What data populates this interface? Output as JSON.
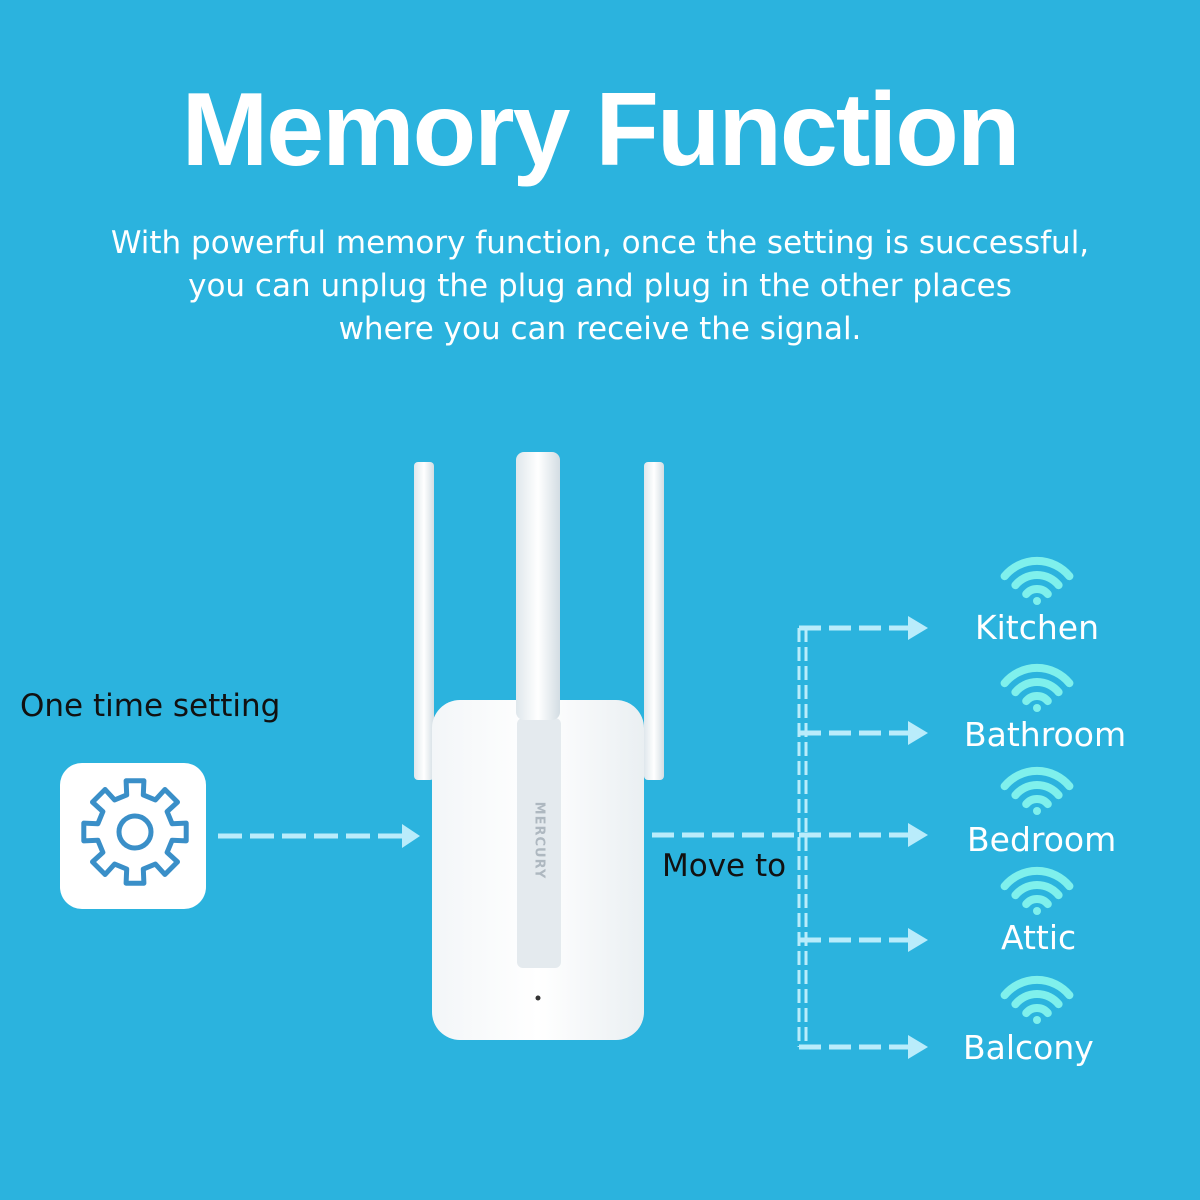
{
  "header": {
    "title": "Memory Function",
    "description_lines": [
      "With powerful memory function, once the setting is successful,",
      "you can unplug the plug and plug in the other places",
      "where you can receive the signal."
    ]
  },
  "setup": {
    "label": "One time setting",
    "icon": "gear-icon"
  },
  "device": {
    "brand": "MERCURY"
  },
  "move": {
    "label": "Move to"
  },
  "rooms": [
    {
      "label": "Kitchen",
      "icon": "wifi-icon"
    },
    {
      "label": "Bathroom",
      "icon": "wifi-icon"
    },
    {
      "label": "Bedroom",
      "icon": "wifi-icon"
    },
    {
      "label": "Attic",
      "icon": "wifi-icon"
    },
    {
      "label": "Balcony",
      "icon": "wifi-icon"
    }
  ],
  "colors": {
    "background": "#2bb3de",
    "text_light": "#ffffff",
    "text_dark": "#111111",
    "arrow": "#b9ecfb",
    "wifi": "#7ff0ec"
  }
}
